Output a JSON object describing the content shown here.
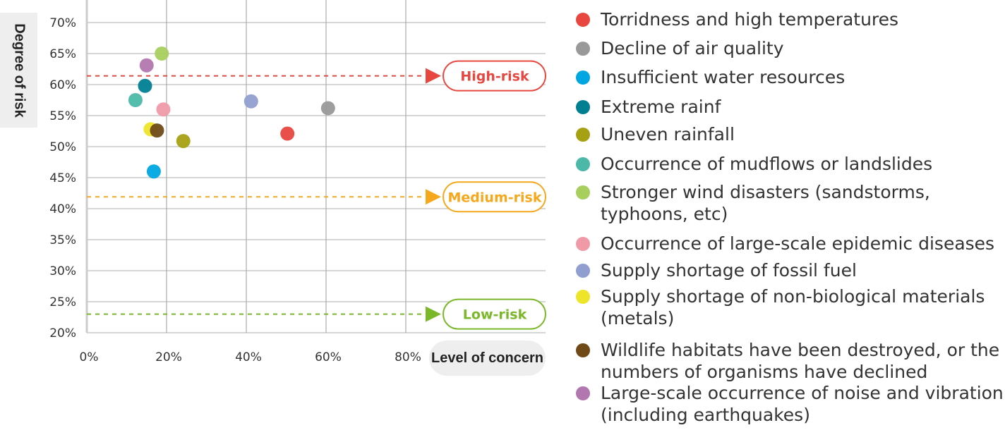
{
  "chart_data": {
    "type": "scatter",
    "xlabel": "Level of concern",
    "ylabel": "Degree of risk",
    "xlim": [
      0,
      115
    ],
    "ylim": [
      20,
      70
    ],
    "x_ticks": [
      "0%",
      "20%",
      "40%",
      "60%",
      "80%"
    ],
    "x_tick_values": [
      0,
      20,
      40,
      60,
      80
    ],
    "y_ticks": [
      "20%",
      "25%",
      "30%",
      "35%",
      "40%",
      "45%",
      "50%",
      "55%",
      "60%",
      "65%",
      "70%"
    ],
    "y_tick_values": [
      20,
      25,
      30,
      35,
      40,
      45,
      50,
      55,
      60,
      65,
      70
    ],
    "grid": true,
    "legend_placement": "right",
    "thresholds": [
      {
        "label": "High-risk",
        "y": 61.4,
        "color": "#e8473f"
      },
      {
        "label": "Medium-risk",
        "y": 41.9,
        "color": "#f5a81c"
      },
      {
        "label": "Low-risk",
        "y": 23.0,
        "color": "#7ab829"
      }
    ],
    "series": [
      {
        "name": "Torridness and high temperatures",
        "color": "#e8473f",
        "x": 50.3,
        "y": 52.1
      },
      {
        "name": "Decline of air quality",
        "color": "#999999",
        "x": 60.5,
        "y": 56.2
      },
      {
        "name": "Insufficient water resources",
        "color": "#00a6e2",
        "x": 16.8,
        "y": 46.0
      },
      {
        "name": "Extreme rainf",
        "color": "#007f93",
        "x": 14.6,
        "y": 59.8
      },
      {
        "name": "Uneven rainfall",
        "color": "#a6a013",
        "x": 24.2,
        "y": 50.9
      },
      {
        "name": "Occurrence of mudflows or landslides",
        "color": "#4cb9a8",
        "x": 12.2,
        "y": 57.5
      },
      {
        "name": "Stronger wind disasters (sandstorms, typhoons, etc)",
        "color": "#a8cf5e",
        "x": 18.8,
        "y": 65.0
      },
      {
        "name": "Occurrence of large-scale epidemic diseases",
        "color": "#f09aa8",
        "x": 19.2,
        "y": 56.0
      },
      {
        "name": "Supply shortage of fossil fuel",
        "color": "#919fd0",
        "x": 41.2,
        "y": 57.3
      },
      {
        "name": "Supply shortage of non-biological materials (metals)",
        "color": "#eee52a",
        "x": 16.0,
        "y": 52.8
      },
      {
        "name": "Wildlife habitats have been destroyed, or the numbers of organisms have declined",
        "color": "#6f4a17",
        "x": 17.6,
        "y": 52.6
      },
      {
        "name": "Large-scale occurrence of noise and vibration (including earthquakes)",
        "color": "#b377b0",
        "x": 15.0,
        "y": 63.1
      }
    ]
  }
}
